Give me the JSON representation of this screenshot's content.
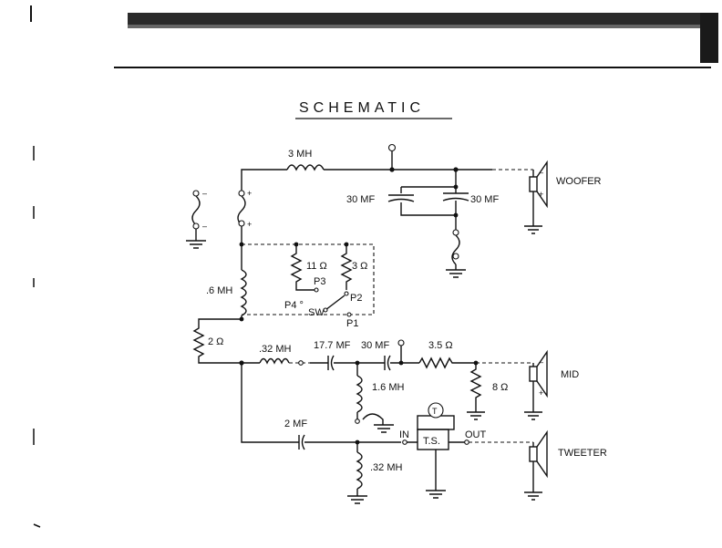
{
  "title": "SCHEMATIC",
  "labels": {
    "l_3mh": "3 MH",
    "c_30mf_left": "30 MF",
    "c_30mf_right": "30 MF",
    "woofer": "WOOFER",
    "r_11": "11 Ω",
    "r_3": "3 Ω",
    "p3": "P3",
    "p2": "P2",
    "p4": "P4 °",
    "sw": "SW",
    "p1": "P1",
    "l_6mh": ".6 MH",
    "r_2": "2 Ω",
    "l_32mh_top": ".32 MH",
    "c_17_7": "17.7 MF",
    "c_30mf_mid": "30 MF",
    "r_3_5": "3.5 Ω",
    "mid": "MID",
    "r_8": "8 Ω",
    "l_1_6mh": "1.6 MH",
    "c_2mf": "2 MF",
    "in": "IN",
    "out": "OUT",
    "ts": "T.S.",
    "tweeter": "TWEETER",
    "l_32mh_bottom": ".32 MH",
    "meter": "T"
  },
  "colors": {
    "ink": "#111111",
    "paper": "#ffffff",
    "header_band": "#2a2a2a"
  }
}
